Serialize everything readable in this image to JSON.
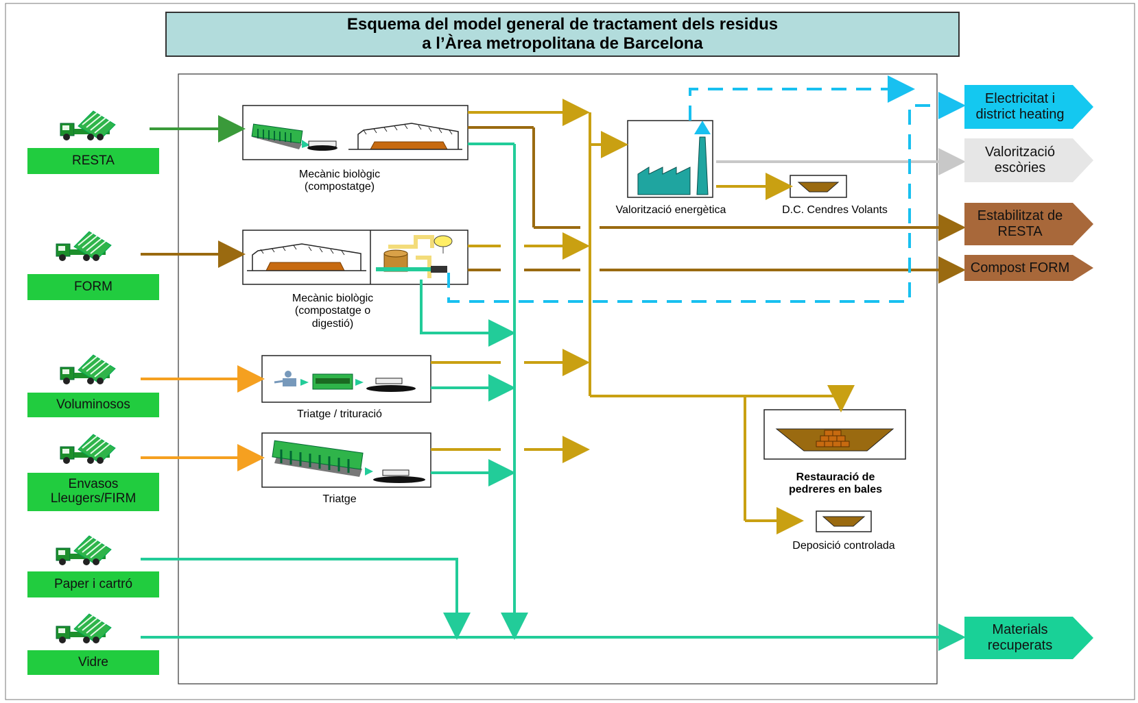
{
  "title": {
    "line1": "Esquema del model general de tractament dels residus",
    "line2": "a l’Àrea metropolitana de Barcelona"
  },
  "sources": [
    {
      "label": "RESTA"
    },
    {
      "label": "FORM"
    },
    {
      "label": "Voluminosos"
    },
    {
      "label": "Envasos\nLleugers/FIRM"
    },
    {
      "label": "Paper i cartró"
    },
    {
      "label": "Vidre"
    }
  ],
  "processes": {
    "mb1": "Mecànic biològic\n(compostatge)",
    "mb2": "Mecànic biològic\n(compostatge  o\ndigestió)",
    "triatge_trituracio": "Triatge / trituració",
    "triatge": "Triatge",
    "valoritzacio": "Valorització energètica",
    "cendres": "D.C. Cendres Volants",
    "pedreres": "Restauració de\npedreres en bales",
    "deposicio": "Deposició controlada"
  },
  "outputs": [
    {
      "label": "Electricitat i\ndistrict heating",
      "color": "#14c8f0"
    },
    {
      "label": "Valorització\nescòries",
      "color": "#e6e6e6"
    },
    {
      "label": "Estabilitzat de\nRESTA",
      "color": "#a8683a"
    },
    {
      "label": "Compost FORM",
      "color": "#a8683a"
    },
    {
      "label": "Materials\nrecuperats",
      "color": "#19d197"
    }
  ],
  "colors": {
    "source_box": "#21cc3f",
    "flow_green": "#3a9a3a",
    "flow_brown": "#9a6a10",
    "flow_gold": "#c9a012",
    "flow_orange": "#f5a020",
    "flow_teal": "#22cc99",
    "flow_blue_dashed": "#18c0f0",
    "flow_grey": "#c8c8c8",
    "title_bg": "#b2dcdc"
  },
  "icons": [
    "truck-icon",
    "trommel-icon",
    "loader-icon",
    "compost-hall-icon",
    "digester-icon",
    "worker-icon",
    "factory-icon",
    "landfill-icon",
    "bales-icon"
  ]
}
